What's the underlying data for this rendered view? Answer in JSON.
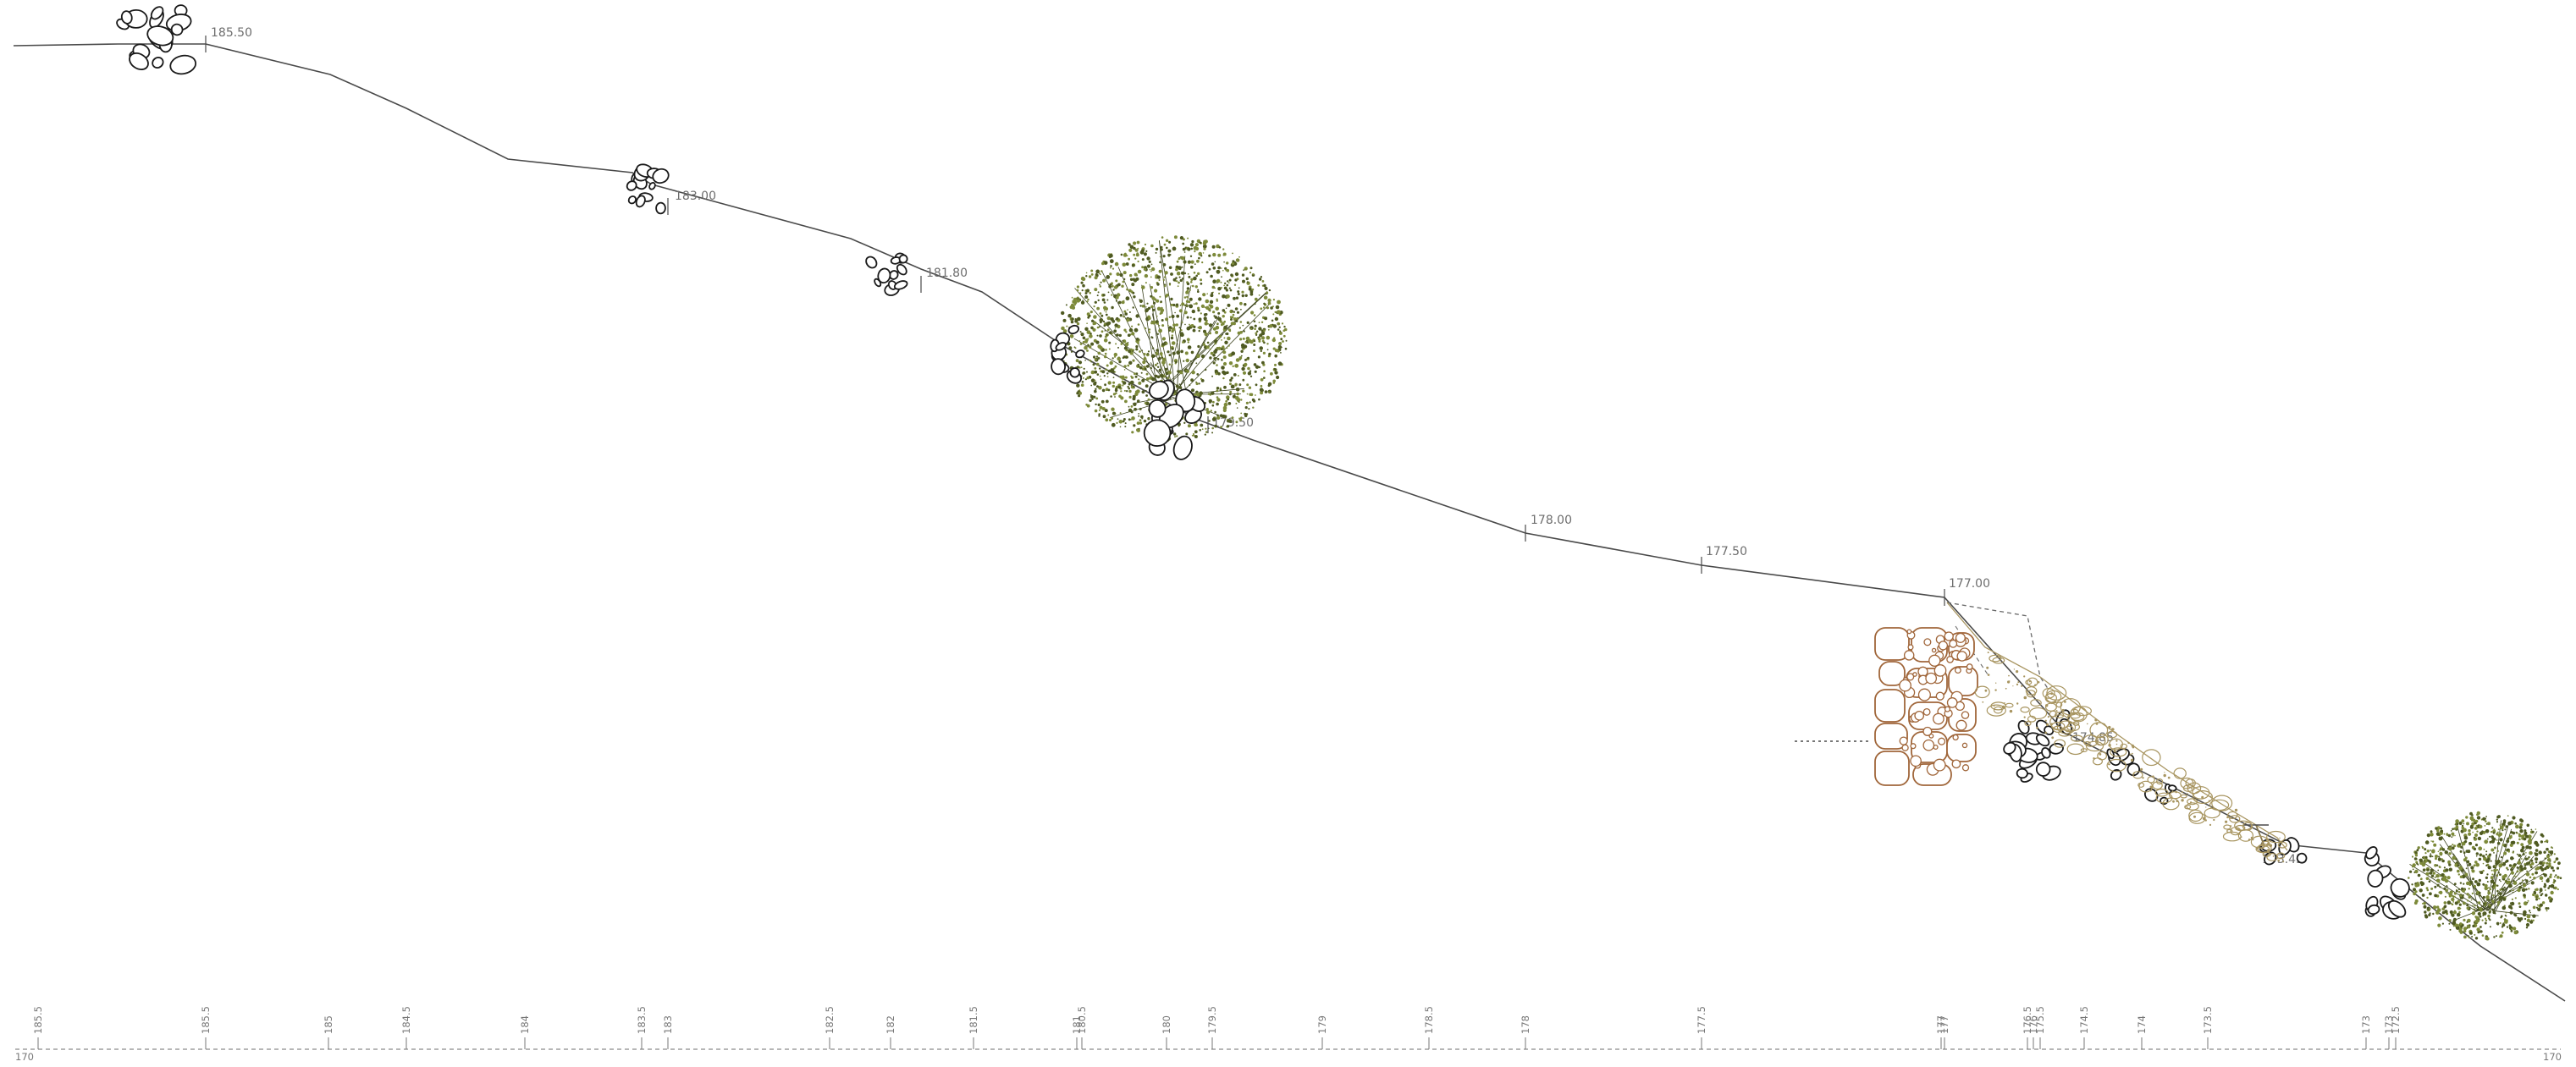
{
  "section_profile": {
    "elevation_labels": [
      {
        "id": "lvl-185-50",
        "text": "185.50"
      },
      {
        "id": "lvl-183-00",
        "text": "183.00"
      },
      {
        "id": "lvl-181-80",
        "text": "181.80"
      },
      {
        "id": "lvl-179-50",
        "text": "179.50"
      },
      {
        "id": "lvl-178-00",
        "text": "178.00"
      },
      {
        "id": "lvl-177-50",
        "text": "177.50"
      },
      {
        "id": "lvl-177-00",
        "text": "177.00"
      },
      {
        "id": "lvl-174-85",
        "text": "174.85"
      },
      {
        "id": "lvl-173-45",
        "text": "173.45"
      }
    ],
    "datum": {
      "left_label": "170",
      "right_label": "170"
    },
    "ground_ticks": [
      "185.5",
      "185.5",
      "185",
      "184.5",
      "184",
      "183.5",
      "183",
      "182.5",
      "182",
      "181.5",
      "181",
      "180.5",
      "180",
      "179.5",
      "179",
      "178.5",
      "178",
      "177.5",
      "177",
      "177",
      "176.5",
      "176",
      "175.5",
      "174.5",
      "174",
      "173.5",
      "173",
      "173",
      "172.5"
    ],
    "colors": {
      "profile_line": "#4a4a4a",
      "stone_outline": "#1a1a1a",
      "wall_stone": "#a0663a",
      "fill_debris": "#a89560",
      "vegetation_dark": "#4f5a22",
      "vegetation_light": "#7d8a3a",
      "datum_line": "#8a8a8a",
      "label_text": "#6e6e6e"
    }
  }
}
